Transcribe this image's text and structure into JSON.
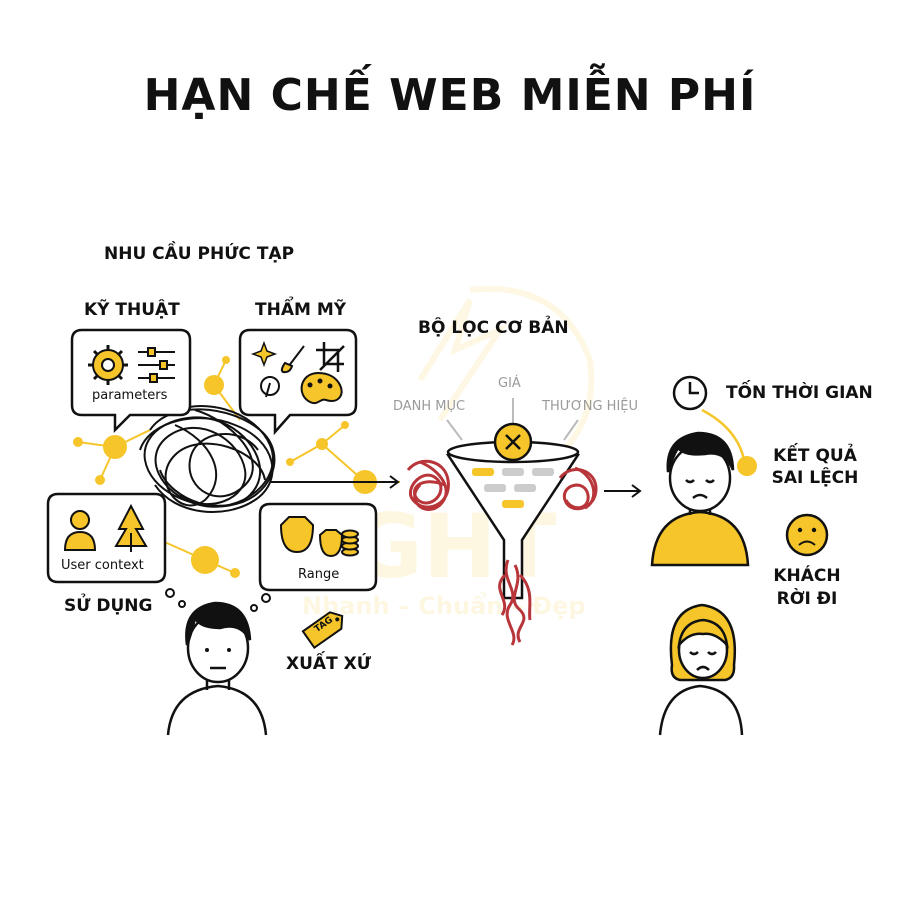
{
  "title": "HẠN CHẾ WEB MIỄN PHÍ",
  "watermark": {
    "brand": "IGHT",
    "slogan": "Nhanh – Chuẩn – Đẹp"
  },
  "left": {
    "heading": "NHU CẦU PHỨC TẠP",
    "technical": {
      "label": "KỸ THUẬT",
      "bubble_text": "parameters"
    },
    "aesthetic": {
      "label": "THẨM MỸ"
    },
    "usage": {
      "label": "SỬ DỤNG",
      "bubble_text": "User context"
    },
    "origin": {
      "label": "XUẤT XỨ",
      "bubble_text": "Range",
      "tag_text": "TAG"
    }
  },
  "middle": {
    "heading": "BỘ LỌC CƠ BẢN",
    "filters": {
      "category": "DANH MỤC",
      "price": "GIÁ",
      "brand": "THƯƠNG HIỆU"
    }
  },
  "right": {
    "time_cost": "TỐN THỜI GIAN",
    "wrong_results": [
      "KẾT QUẢ",
      "SAI LỆCH"
    ],
    "customer_leaves": [
      "KHÁCH",
      "RỜI ĐI"
    ]
  },
  "colors": {
    "accent": "#f6c52a",
    "ink": "#111111",
    "tangle": "#b8353a",
    "muted": "#9a9a9a"
  }
}
